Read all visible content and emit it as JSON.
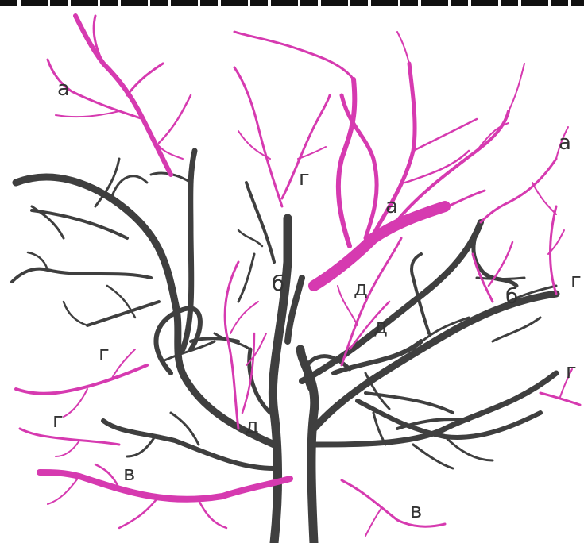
{
  "colors": {
    "old_wood": "#3f3f3f",
    "pruned_wood": "#d63ab0",
    "label": "#333333"
  },
  "labels": [
    {
      "id": "a1",
      "text": "а"
    },
    {
      "id": "a2",
      "text": "а"
    },
    {
      "id": "a3",
      "text": "а"
    },
    {
      "id": "b1",
      "text": "б"
    },
    {
      "id": "b2",
      "text": "б"
    },
    {
      "id": "v1",
      "text": "в"
    },
    {
      "id": "v2",
      "text": "в"
    },
    {
      "id": "g1",
      "text": "г"
    },
    {
      "id": "g2",
      "text": "г"
    },
    {
      "id": "g3",
      "text": "г"
    },
    {
      "id": "g4",
      "text": "г"
    },
    {
      "id": "g5",
      "text": "г"
    },
    {
      "id": "d1",
      "text": "д"
    },
    {
      "id": "d2",
      "text": "д"
    },
    {
      "id": "d3",
      "text": "д"
    }
  ]
}
